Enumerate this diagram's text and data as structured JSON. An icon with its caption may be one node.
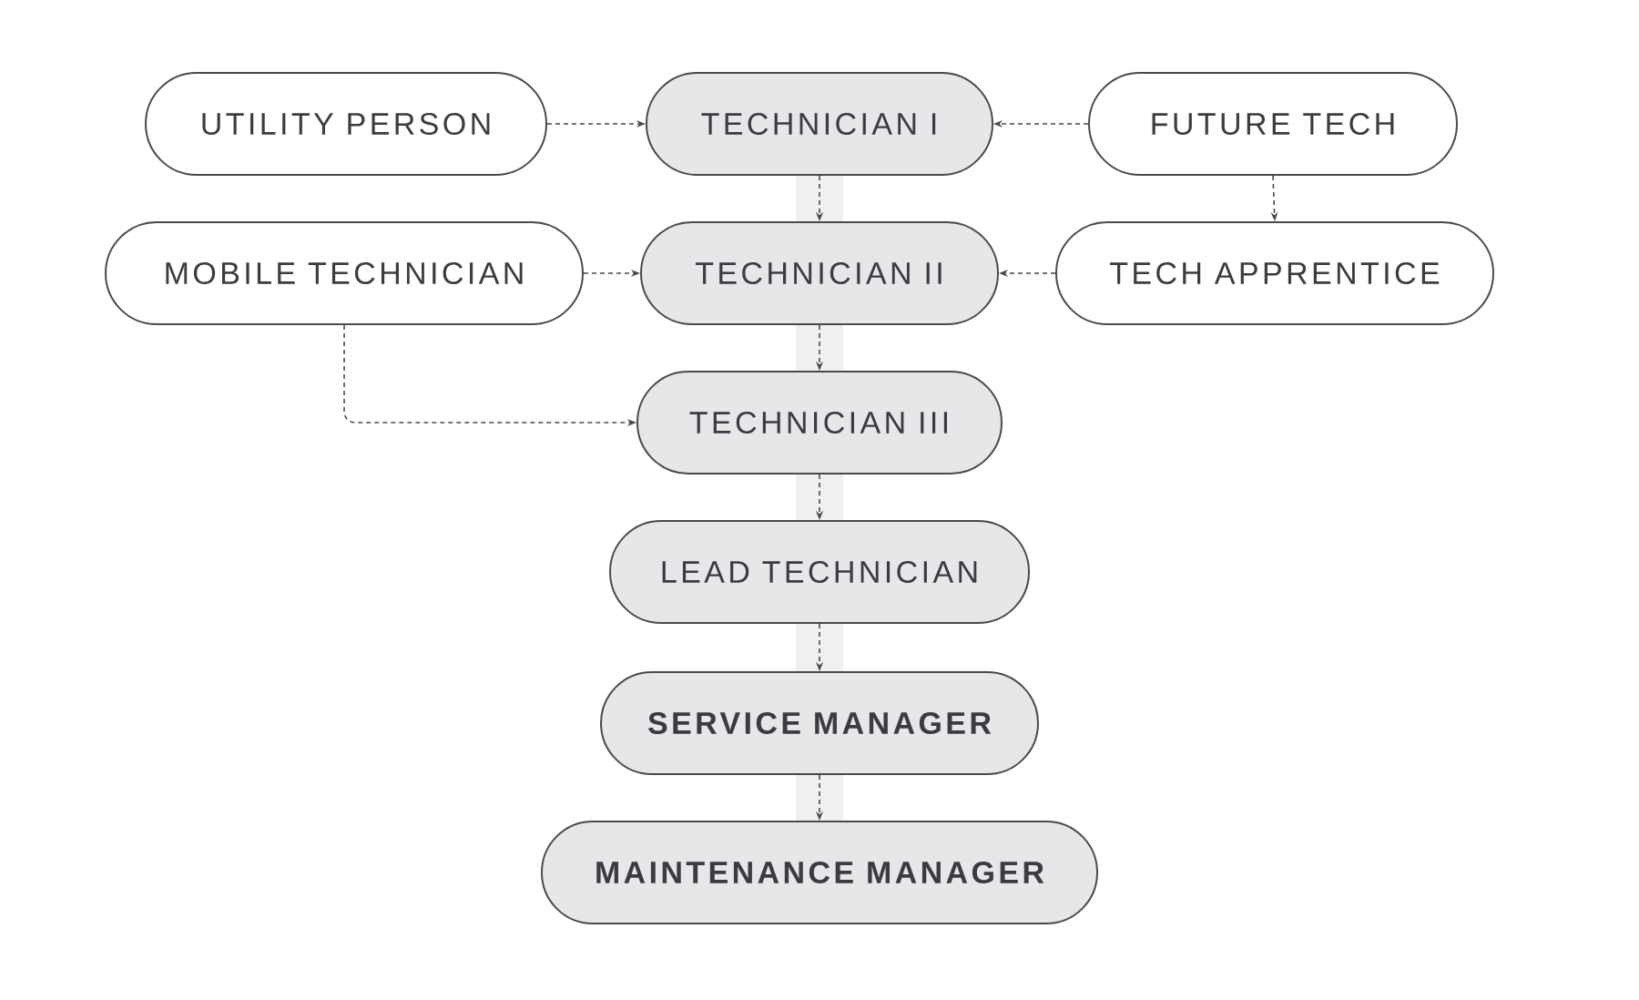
{
  "diagram": {
    "nodes": [
      {
        "text": [
          "UTILITY PERSON"
        ]
      },
      {
        "text": [
          "TECHNICIAN I"
        ]
      },
      {
        "text": [
          "FUTURE TECH"
        ]
      },
      {
        "text": [
          "MOBILE TECHNICIAN"
        ]
      },
      {
        "text": [
          "TECHNICIAN II"
        ]
      },
      {
        "text": [
          "TECH APPRENTICE"
        ]
      },
      {
        "text": [
          "TECHNICIAN III"
        ]
      },
      {
        "text": [
          "LEAD TECHNICIAN"
        ]
      },
      {
        "text": [
          "SERVICE MANAGER"
        ]
      },
      {
        "text": [
          "MAINTENANCE MANAGER"
        ]
      }
    ],
    "edges": [
      {
        "from": 0,
        "to": 1,
        "arrow": "to"
      },
      {
        "from": 2,
        "to": 1,
        "arrow": "to"
      },
      {
        "from": 2,
        "to": 5,
        "arrow": "to"
      },
      {
        "from": 3,
        "to": 4,
        "arrow": "to"
      },
      {
        "from": 5,
        "to": 4,
        "arrow": "to"
      },
      {
        "from": 3,
        "to": 6,
        "arrow": "to"
      },
      {
        "from": 1,
        "to": 4,
        "arrow": "to"
      },
      {
        "from": 4,
        "to": 6,
        "arrow": "to"
      },
      {
        "from": 6,
        "to": 7,
        "arrow": "to"
      },
      {
        "from": 7,
        "to": 8,
        "arrow": "to"
      },
      {
        "from": 8,
        "to": 9,
        "arrow": "to"
      }
    ]
  }
}
